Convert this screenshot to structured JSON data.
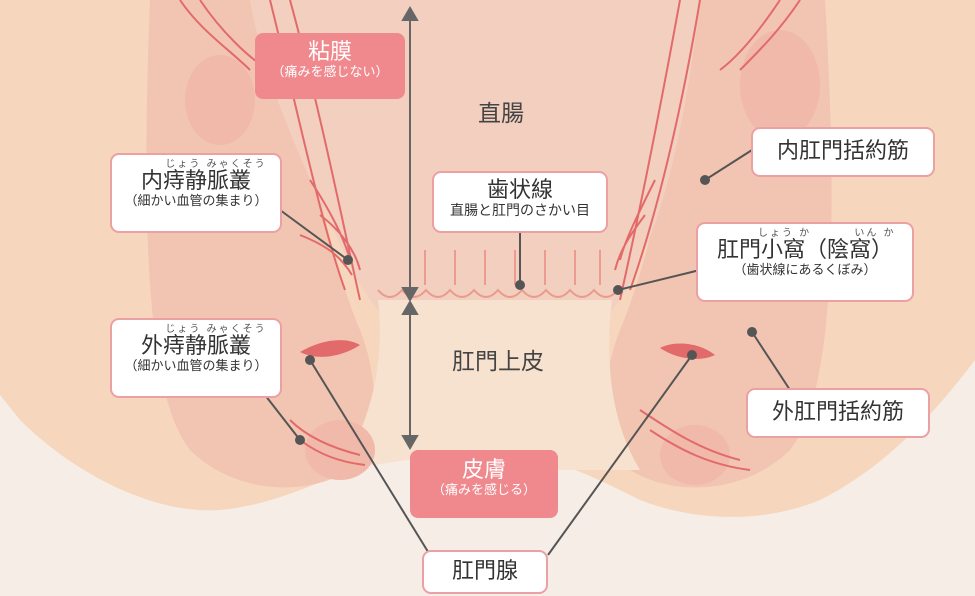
{
  "labels": {
    "mucosa": {
      "title": "粘膜",
      "note": "（痛みを感じない）"
    },
    "rectum": "直腸",
    "internal_hemorrhoid_plexus": {
      "ruby": "じょう みゃくそう",
      "title": "内痔静脈叢",
      "note": "（細かい血管の集まり）"
    },
    "dentate_line": {
      "title": "歯状線",
      "note": "直腸と肛門のさかい目"
    },
    "internal_sphincter": "内肛門括約筋",
    "anal_crypt": {
      "ruby_left": "しょう か",
      "ruby_right": "いん か",
      "title": "肛門小窩（陰窩）",
      "note": "（歯状線にあるくぼみ）"
    },
    "external_hemorrhoid_plexus": {
      "ruby": "じょう みゃくそう",
      "title": "外痔静脈叢",
      "note": "（細かい血管の集まり）"
    },
    "anoderm": "肛門上皮",
    "external_sphincter": "外肛門括約筋",
    "skin": {
      "title": "皮膚",
      "note": "（痛みを感じる）"
    },
    "anal_gland": "肛門腺"
  },
  "colors": {
    "background": "#f6eee6",
    "body_tissue": "#f6d7bd",
    "muscle": "#f2c3b0",
    "lumen": "#f3cfbf",
    "vessel": "#e36a6a",
    "label_border": "#eba0a3",
    "pink_label": "#f0898d",
    "leader_line": "#555555",
    "arrow": "#666666"
  }
}
